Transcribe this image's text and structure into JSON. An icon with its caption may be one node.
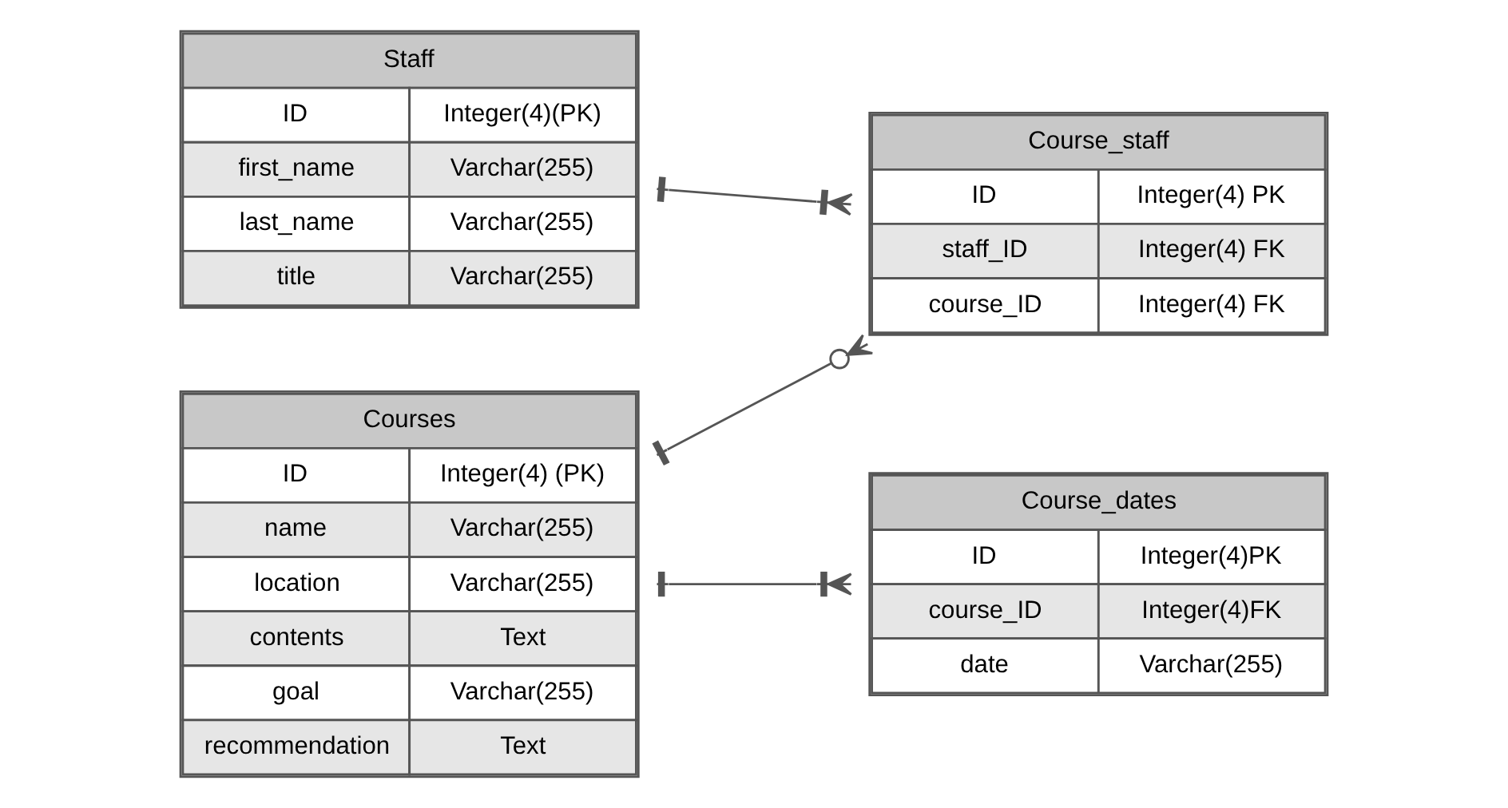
{
  "diagram": {
    "nodes": [
      {
        "text": [
          "Courses",
          "ID",
          "Integer(4) (PK)",
          "name",
          "Varchar(255)",
          "location",
          "Varchar(255)",
          "contents",
          "Text",
          "goal",
          "Varchar(255)",
          "recommendation",
          "Text"
        ]
      },
      {
        "text": [
          "Staff",
          "ID",
          "Integer(4)(PK)",
          "first_name",
          "Varchar(255)",
          "last_name",
          "Varchar(255)",
          "title",
          "Varchar(255)"
        ]
      },
      {
        "text": [
          "Course_staff",
          "ID",
          "Integer(4) PK",
          "staff_ID",
          "Integer(4) FK",
          "course_ID",
          "Integer(4) FK"
        ]
      },
      {
        "text": [
          "Course_dates",
          "ID",
          "Integer(4)PK",
          "course_ID",
          "Integer(4)FK",
          "date",
          "Varchar(255)"
        ]
      }
    ],
    "edges": [
      {
        "from": 0,
        "to": 2,
        "arrow": "other"
      },
      {
        "from": 0,
        "to": 3,
        "arrow": "other"
      },
      {
        "from": 1,
        "to": 2,
        "arrow": "other"
      }
    ]
  }
}
